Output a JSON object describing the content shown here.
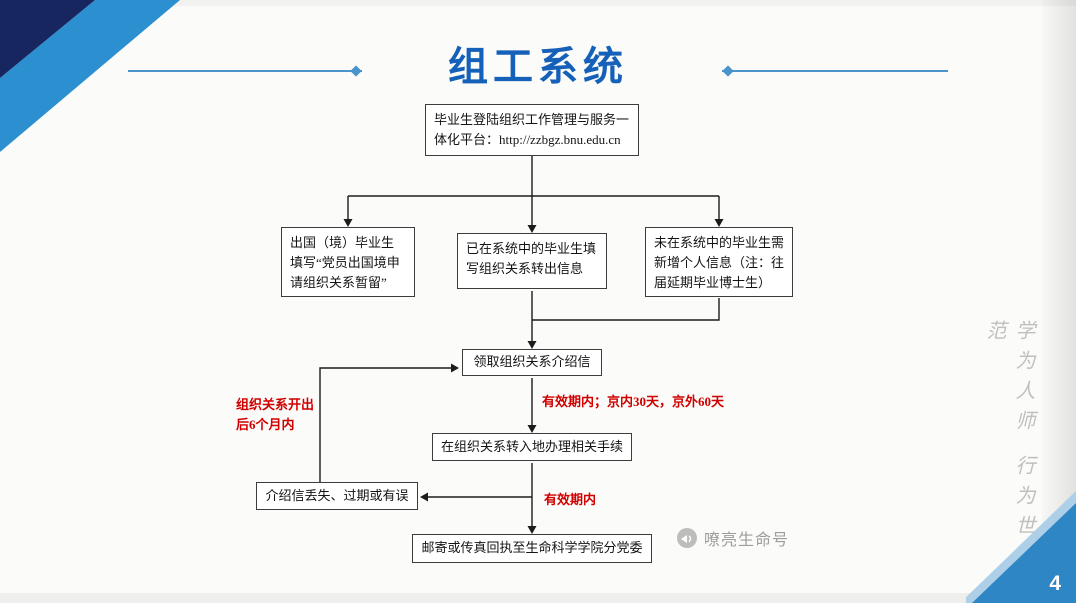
{
  "colors": {
    "title_blue": "#1560b8",
    "band_navy": "#17265f",
    "band_blue": "#2b8fd0",
    "corner_blue": "#2f86c5",
    "label_red": "#d00000"
  },
  "header": {
    "title": "组工系统"
  },
  "flowchart": {
    "platform_box": "毕业生登陆组织工作管理与服务一体化平台：http://zzbgz.bnu.edu.cn",
    "abroad_box": "出国（境）毕业生填写“党员出国境申请组织关系暂留”",
    "in_system_box": "已在系统中的毕业生填写组织关系转出信息",
    "not_in_system_box": "未在系统中的毕业生需新增个人信息（注：往届延期毕业博士生）",
    "letter_box": "领取组织关系介绍信",
    "transfer_box": "在组织关系转入地办理相关手续",
    "mail_box": "邮寄或传真回执至生命科学学院分党委",
    "lost_box": "介绍信丢失、过期或有误",
    "validity_label": "有效期内；京内30天，京外60天",
    "validity_short_label": "有效期内",
    "six_month_label": "组织关系开出\n后6个月内"
  },
  "footer": {
    "watermark": "嘹亮生命号",
    "page_number": "4",
    "side_motto": "学为人师 行为世范"
  }
}
